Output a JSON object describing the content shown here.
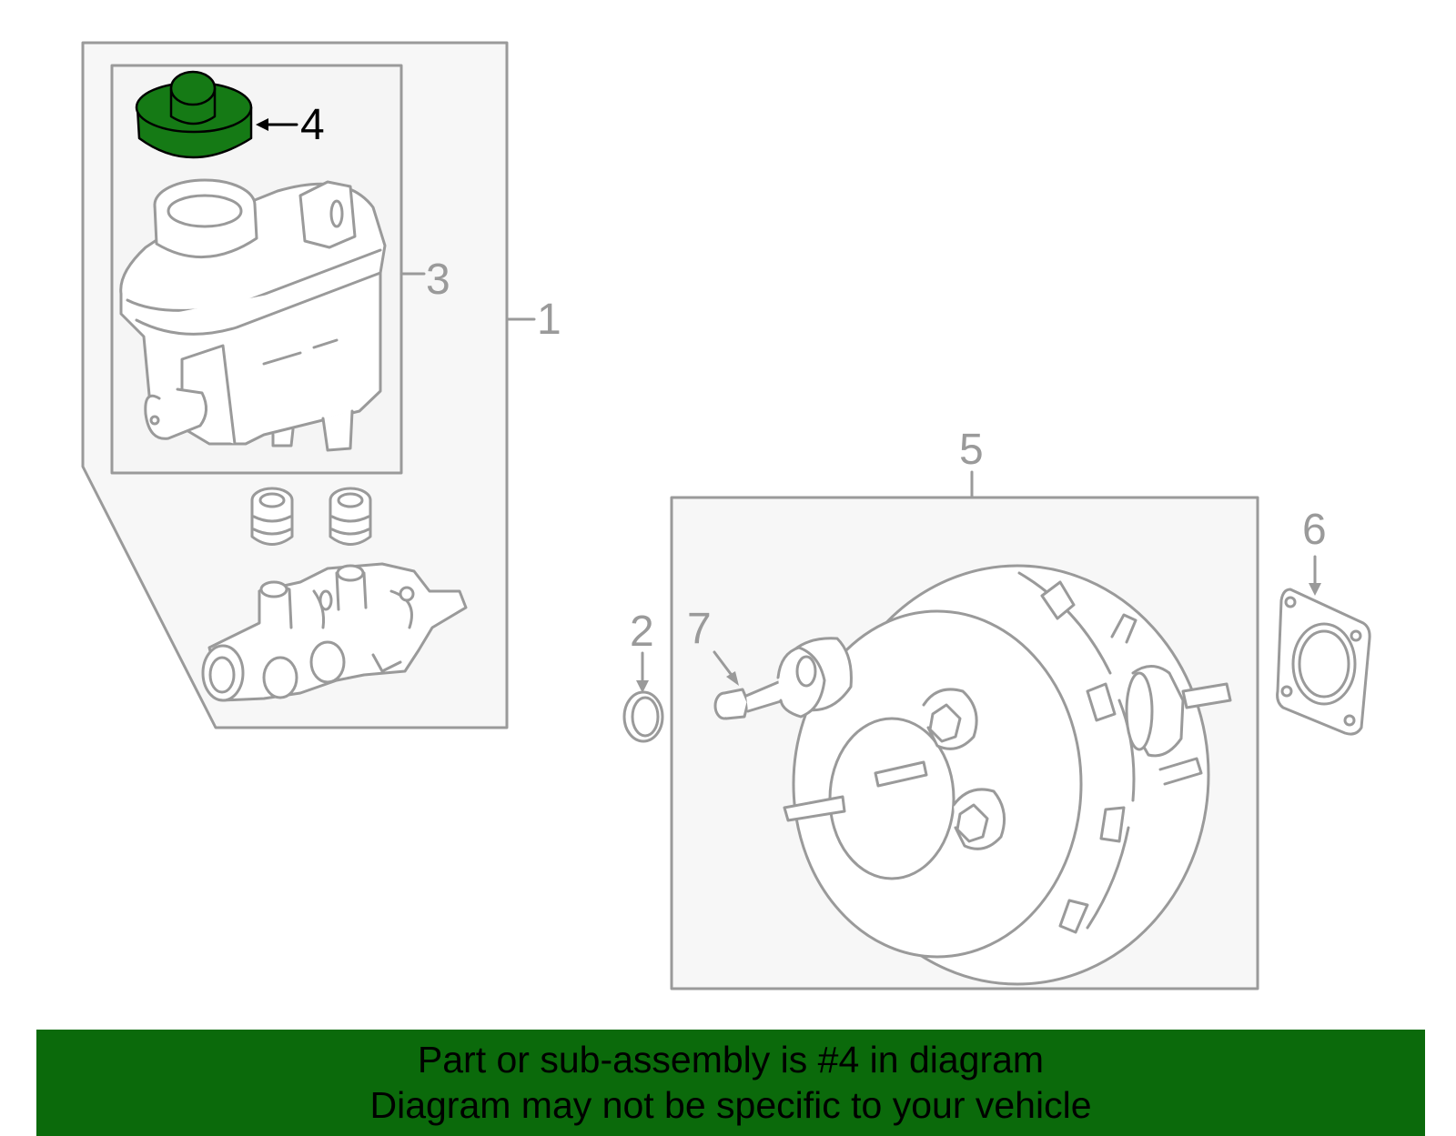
{
  "callouts": {
    "c1": "1",
    "c2": "2",
    "c3": "3",
    "c4": "4",
    "c5": "5",
    "c6": "6",
    "c7": "7"
  },
  "highlight": {
    "part": "4",
    "color": "#157a15",
    "banner_color": "#0b6a0b",
    "line_color": "#9a9a9a"
  },
  "banner": {
    "line1": "Part or sub-assembly is #4 in diagram",
    "line2": "Diagram may not be specific to your vehicle"
  }
}
